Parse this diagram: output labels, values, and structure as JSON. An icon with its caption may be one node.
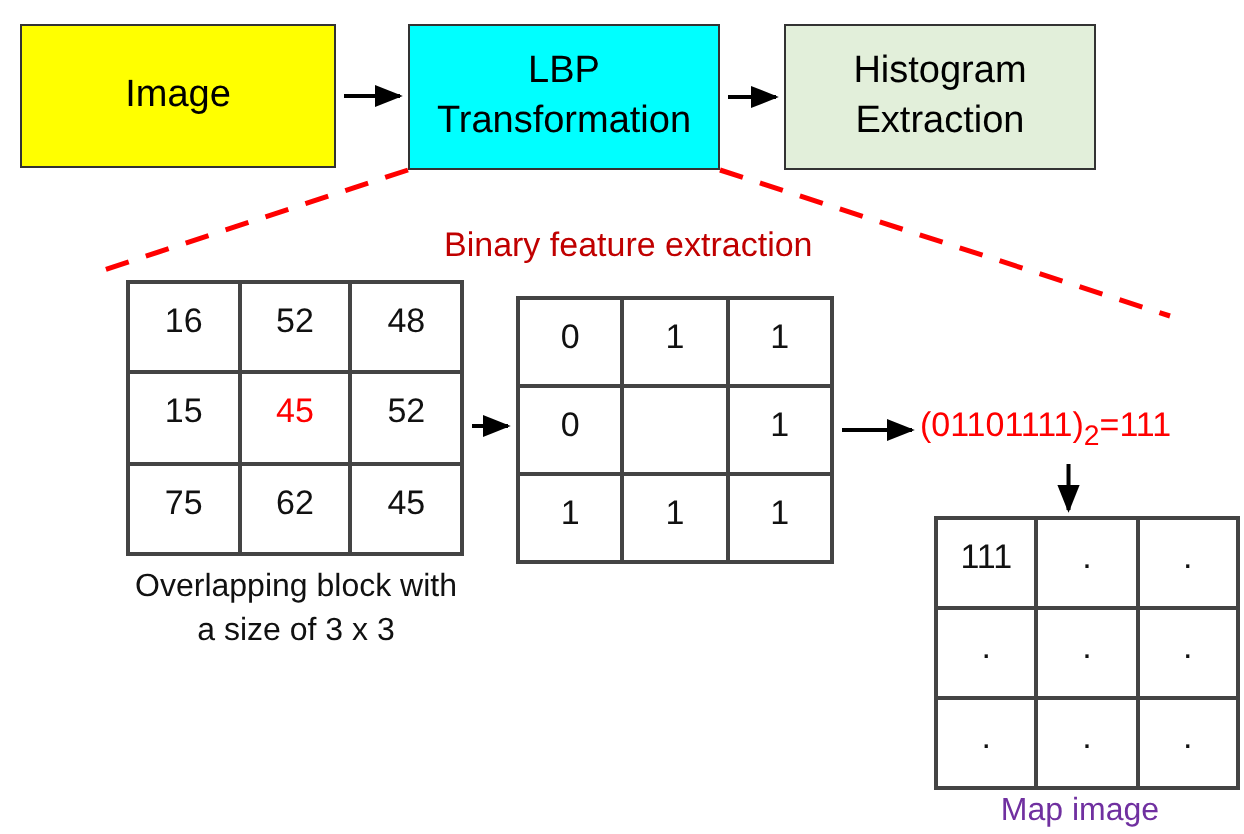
{
  "diagram": {
    "nodes": [
      {
        "text": [
          "Image"
        ]
      },
      {
        "text": [
          "LBP Transformation"
        ]
      },
      {
        "text": [
          "Histogram Extraction"
        ]
      },
      {
        "text": [
          "16",
          "52",
          "48",
          "15",
          "45",
          "52",
          "75",
          "62",
          "45"
        ],
        "beside": [
          "Overlapping block with a size of 3 x 3"
        ]
      },
      {
        "text": [
          "0",
          "1",
          "1",
          "0",
          "1",
          "1",
          "1",
          "1"
        ]
      },
      {
        "text": [
          "(01101111)$_{2}$=111"
        ]
      },
      {
        "text": [
          "111",
          ".",
          ".",
          ".",
          ".",
          ".",
          ".",
          ".",
          "."
        ],
        "beside": [
          "Map image"
        ]
      }
    ],
    "edges": [
      {
        "from": 0,
        "to": 1,
        "arrow": "to"
      },
      {
        "from": 1,
        "to": 2,
        "arrow": "to"
      },
      {
        "from": 1,
        "to": null,
        "arrow": "none",
        "style": "dashed",
        "color": "#ff0000"
      },
      {
        "from": 1,
        "to": null,
        "arrow": "none",
        "style": "dashed",
        "color": "#ff0000"
      },
      {
        "from": 3,
        "to": 4,
        "arrow": "to"
      },
      {
        "from": 4,
        "to": 5,
        "arrow": "to"
      },
      {
        "from": 5,
        "to": 6,
        "arrow": "to"
      }
    ],
    "labels": [
      "Binary feature extraction"
    ]
  }
}
